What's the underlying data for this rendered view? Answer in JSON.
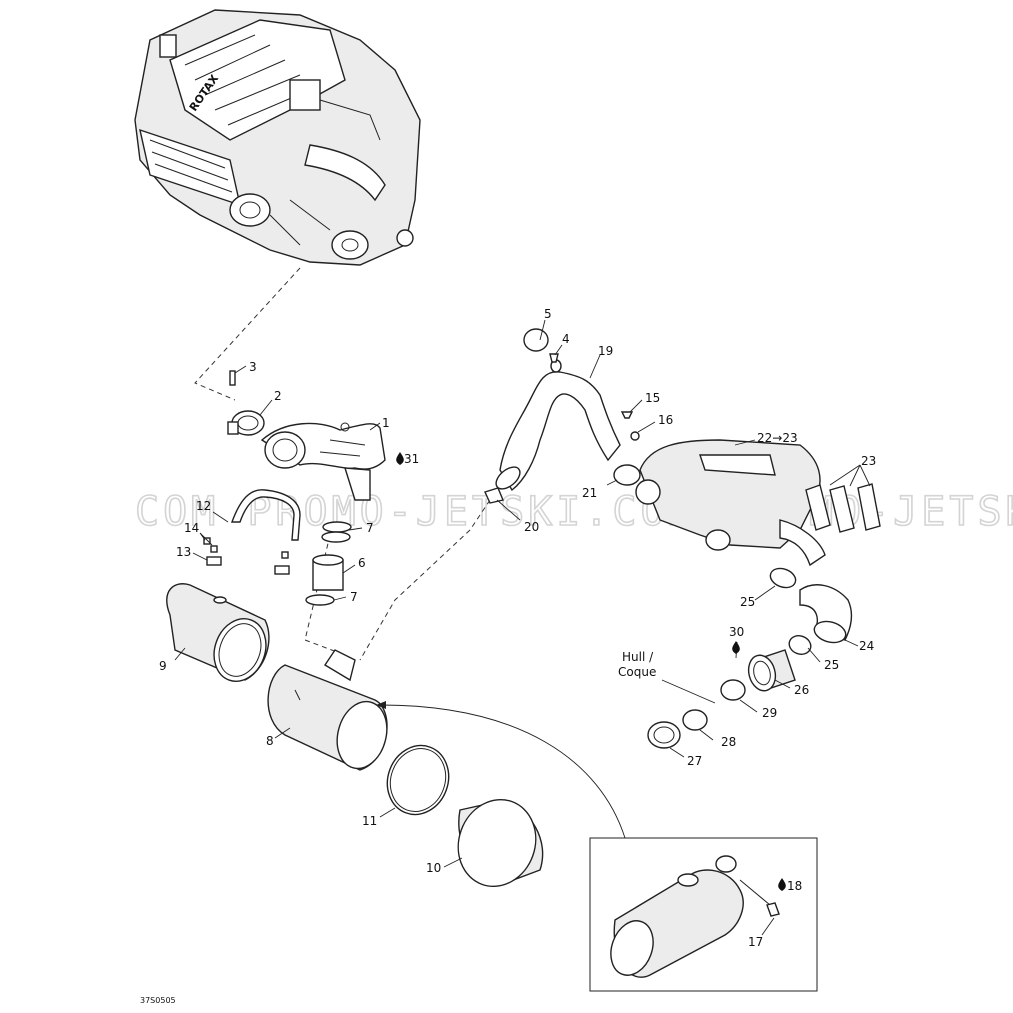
{
  "diagram": {
    "watermark": "COM PROMO-JETSKI.COM PROMO-JETSKI",
    "drawing_code": "37S0505",
    "hull_label": [
      "Hull /",
      "Coque"
    ],
    "callouts": {
      "c1": "1",
      "c2": "2",
      "c3": "3",
      "c4": "4",
      "c5": "5",
      "c6": "6",
      "c7a": "7",
      "c7b": "7",
      "c8": "8",
      "c9": "9",
      "c10": "10",
      "c11": "11",
      "c12": "12",
      "c13": "13",
      "c14": "14",
      "c15": "15",
      "c16": "16",
      "c17": "17",
      "c18": "18",
      "c19": "19",
      "c20": "20",
      "c21": "21",
      "c22": "22→23",
      "c23": "23",
      "c24": "24",
      "c25a": "25",
      "c25b": "25",
      "c26": "26",
      "c27": "27",
      "c28": "28",
      "c29": "29",
      "c30": "30",
      "c31": "31"
    },
    "engine_brand": "ROTAX",
    "icons": [
      "engine-illustration",
      "sealant-drop-icon"
    ]
  }
}
